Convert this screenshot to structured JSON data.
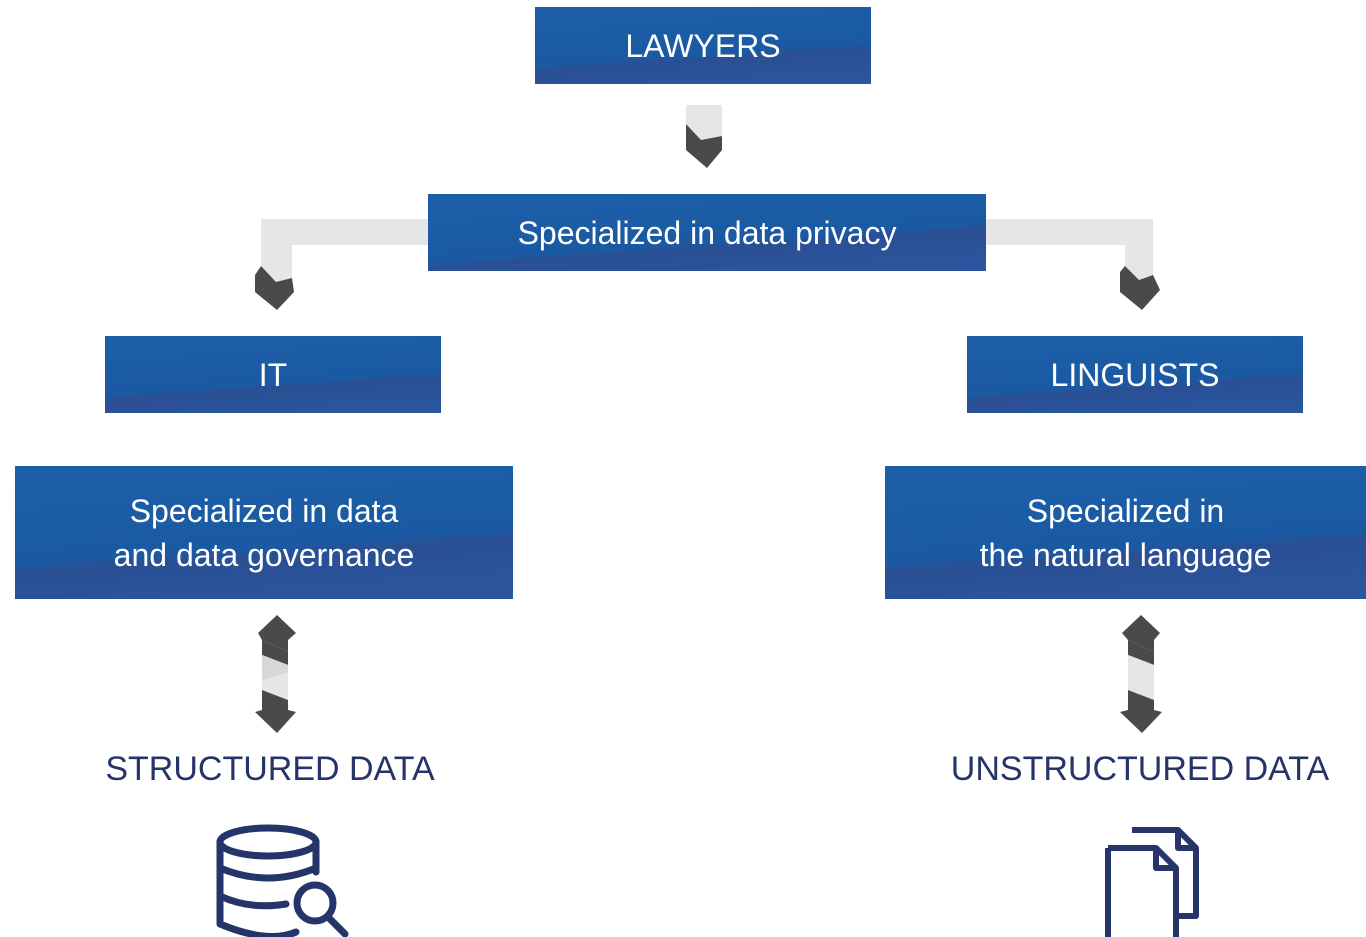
{
  "boxes": {
    "lawyers": "LAWYERS",
    "privacy": "Specialized in data privacy",
    "it": "IT",
    "linguists": "LINGUISTS",
    "it_spec_line1": "Specialized in data",
    "it_spec_line2": "and data governance",
    "ling_spec_line1": "Specialized in",
    "ling_spec_line2": "the natural language"
  },
  "labels": {
    "structured": "STRUCTURED DATA",
    "unstructured": "UNSTRUCTURED DATA"
  },
  "icons": {
    "structured": "database-search-icon",
    "unstructured": "documents-icon"
  },
  "colors": {
    "box_fill": "#1c5fa8",
    "box_text": "#ffffff",
    "label_text": "#25356a",
    "arrow_light": "#e6e6e6",
    "arrow_dark": "#4a4a4a"
  }
}
